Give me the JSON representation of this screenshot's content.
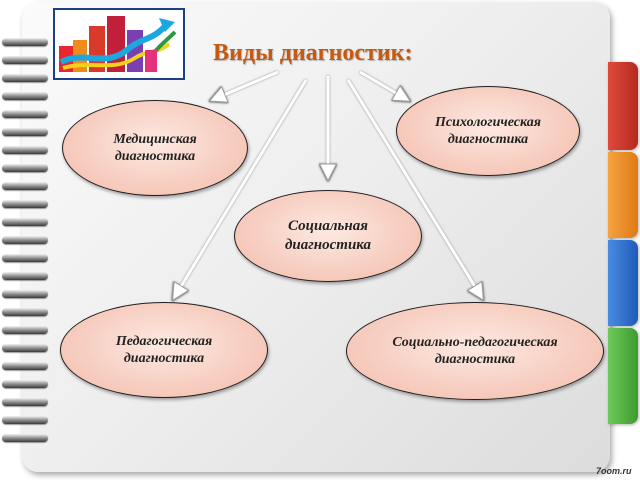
{
  "title": "Виды диагностик:",
  "nodes": {
    "medical": "Медицинская\nдиагностика",
    "psychological": "Психологическая\nдиагностика",
    "social": "Социальная\nдиагностика",
    "pedagogical": "Педагогическая\nдиагностика",
    "social_pedagogical": "Социально-педагогическая\nдиагностика"
  },
  "watermark": "7oom.ru",
  "colors": {
    "title": "#c55a11",
    "node_fill": "#f7cfc2",
    "tabs": [
      "#c0392b",
      "#e67e22",
      "#2f6fd0",
      "#4caf3a"
    ],
    "logo_border": "#1c3f8c"
  }
}
